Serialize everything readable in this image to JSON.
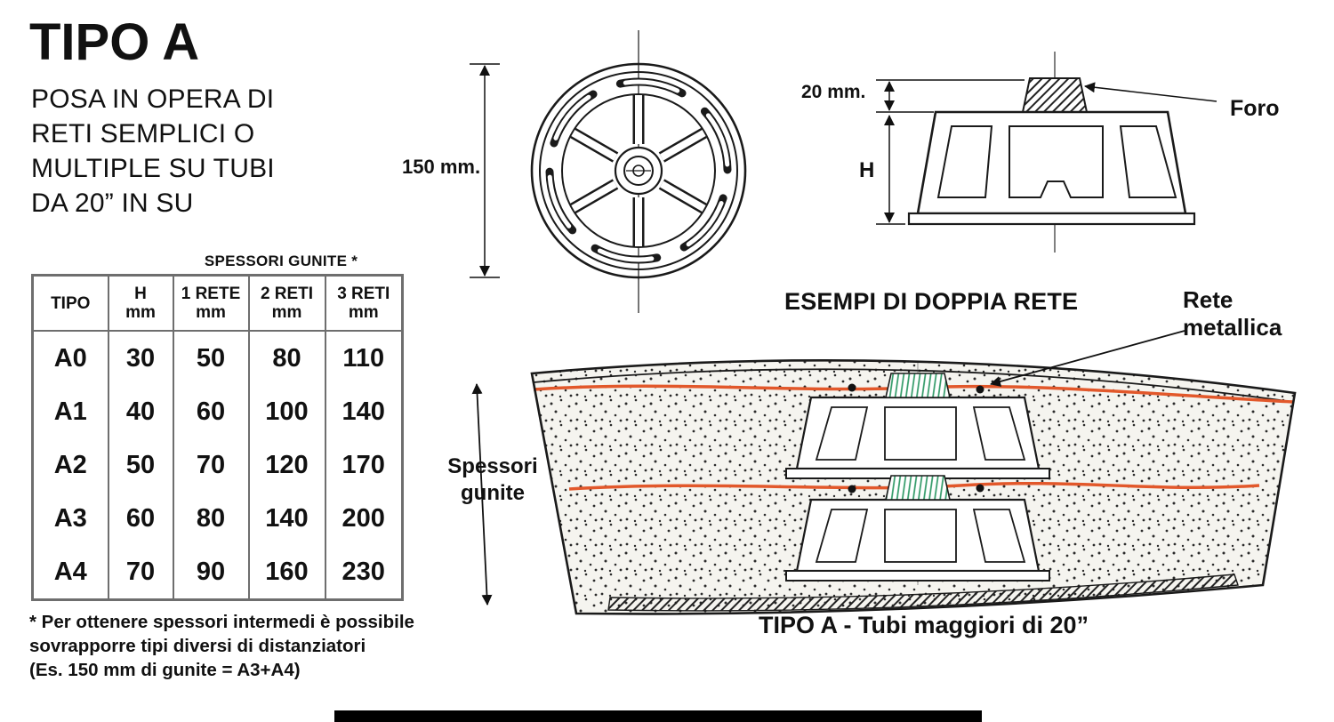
{
  "header": {
    "title": "TIPO A",
    "subtitle_lines": [
      "POSA IN OPERA DI",
      "RETI SEMPLICI O",
      "MULTIPLE SU TUBI",
      "DA 20” IN SU"
    ]
  },
  "table": {
    "caption": "SPESSORI GUNITE *",
    "headers": [
      {
        "line1": "TIPO",
        "line2": ""
      },
      {
        "line1": "H",
        "line2": "mm"
      },
      {
        "line1": "1 RETE",
        "line2": "mm"
      },
      {
        "line1": "2 RETI",
        "line2": "mm"
      },
      {
        "line1": "3 RETI",
        "line2": "mm"
      }
    ],
    "rows": [
      {
        "tipo": "A0",
        "h": "30",
        "rete1": "50",
        "rete2": "80",
        "rete3": "110"
      },
      {
        "tipo": "A1",
        "h": "40",
        "rete1": "60",
        "rete2": "100",
        "rete3": "140"
      },
      {
        "tipo": "A2",
        "h": "50",
        "rete1": "70",
        "rete2": "120",
        "rete3": "170"
      },
      {
        "tipo": "A3",
        "h": "60",
        "rete1": "80",
        "rete2": "140",
        "rete3": "200"
      },
      {
        "tipo": "A4",
        "h": "70",
        "rete1": "90",
        "rete2": "160",
        "rete3": "230"
      }
    ]
  },
  "footnote": {
    "lines": [
      "* Per ottenere spessori intermedi è possibile",
      "sovrapporre tipi diversi di distanziatori",
      "(Es. 150 mm di gunite = A3+A4)"
    ]
  },
  "top_view": {
    "dimension_label": "150 mm."
  },
  "side_view": {
    "cap_dimension_label": "20 mm.",
    "height_dimension_label": "H",
    "hole_label": "Foro"
  },
  "section": {
    "heading": "ESEMPI DI DOPPIA RETE",
    "mesh_label_lines": [
      "Rete",
      "metallica"
    ],
    "thickness_label_lines": [
      "Spessori",
      "gunite"
    ],
    "caption": "TIPO A - Tubi maggiori di 20”"
  },
  "colors": {
    "mesh_line": "#e2582b",
    "cap_hatch": "#2f9966",
    "drawing_ink": "#1a1a1a"
  }
}
